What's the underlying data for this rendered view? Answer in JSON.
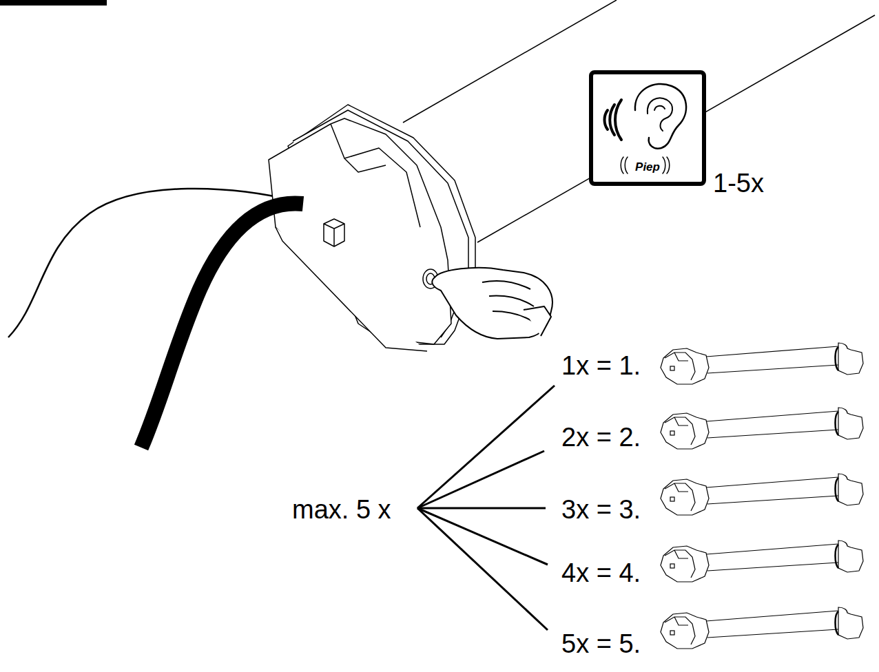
{
  "diagram": {
    "nodes": [
      {
        "text": [
          "Piep"
        ]
      }
    ],
    "labels": [
      "1-5x",
      "max. 5 x",
      "1x = 1.",
      "2x = 2.",
      "3x = 3.",
      "4x = 4.",
      "5x = 5."
    ]
  }
}
